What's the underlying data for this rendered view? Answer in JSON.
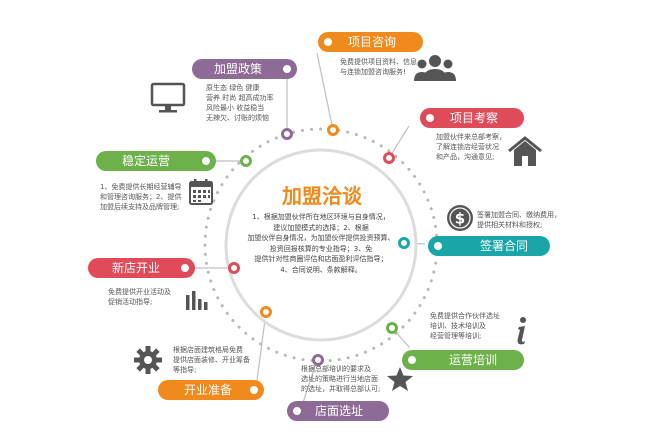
{
  "center": {
    "title": "加盟洽谈",
    "text": "1、根据加盟伙伴所在地区环境与自身情况，\n建议加盟模式的选择；2、根据\n加盟伙伴自身情况，为加盟伙伴提供投资预算、\n投资回报核算的专业指导；3、免\n提供针对性商圈评估和店面盈利评估指导；\n4、合同说明、条款解释。"
  },
  "nodes": [
    {
      "id": "consult",
      "label": "项目咨询",
      "color": "#f08a1c",
      "desc": "免费提供项目资料、信息\n与连锁加盟咨询服务!",
      "icon": "people-icon"
    },
    {
      "id": "inspect",
      "label": "项目考察",
      "color": "#e04b5a",
      "desc": "加盟伙伴来总部考察，\n了解连锁店经营状况\n和产品，沟通意见;",
      "icon": "house-icon"
    },
    {
      "id": "sign",
      "label": "签署合同",
      "color": "#1aa6a8",
      "desc": "签署加盟合同、缴纳费用，\n提供相关材料和授权;",
      "icon": "dollar-icon"
    },
    {
      "id": "train",
      "label": "运营培训",
      "color": "#6cb14a",
      "desc": "免费提供合作伙伴选址\n培训、技术培训及\n经营管理等培训;",
      "icon": "info-icon"
    },
    {
      "id": "site",
      "label": "店面选址",
      "color": "#8e6a96",
      "desc": "根据总部培训的要求及\n选址的策略进行当地店面\n的选址，并取得总部认可;",
      "icon": "star-icon"
    },
    {
      "id": "prepare",
      "label": "开业准备",
      "color": "#f08a1c",
      "desc": "根据店面建筑格局免费\n提供店面装修、开业筹备\n等指导;",
      "icon": "gear-icon"
    },
    {
      "id": "open",
      "label": "新店开业",
      "color": "#e04b5a",
      "desc": "免费提供开业活动及\n促销活动指导;",
      "icon": "bar-chart-icon"
    },
    {
      "id": "operate",
      "label": "稳定运营",
      "color": "#6cb14a",
      "desc": "1、免费提供长期经营辅导\n和管理咨询服务；2、提供\n加盟后续支持及品牌管理;",
      "icon": "calendar-icon"
    },
    {
      "id": "policy",
      "label": "加盟政策",
      "color": "#8e6a96",
      "desc": "原生态  绿色  健康\n营养  时尚  超高成功率\n风险最小  收益稳当\n无辣欠、讨账的烦恼",
      "icon": "monitor-icon"
    }
  ]
}
